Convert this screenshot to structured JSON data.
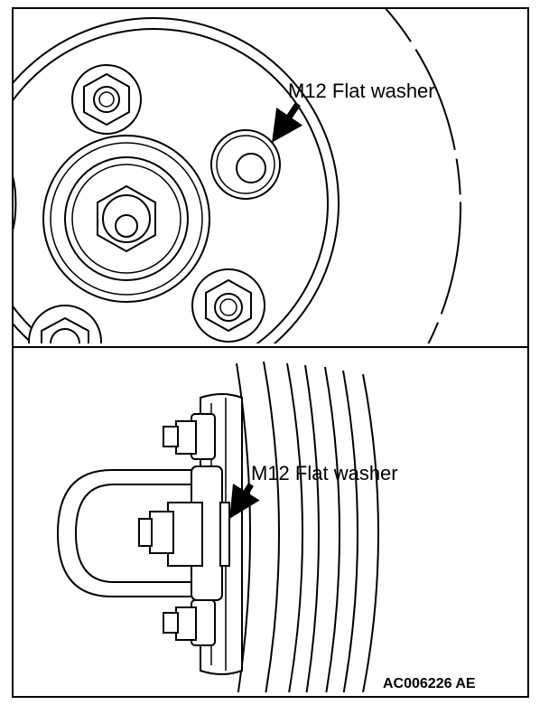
{
  "figure": {
    "top_panel": {
      "callout": "M12 Flat washer"
    },
    "bottom_panel": {
      "callout": "M12 Flat washer"
    },
    "figure_code": "AC006226 AE"
  }
}
